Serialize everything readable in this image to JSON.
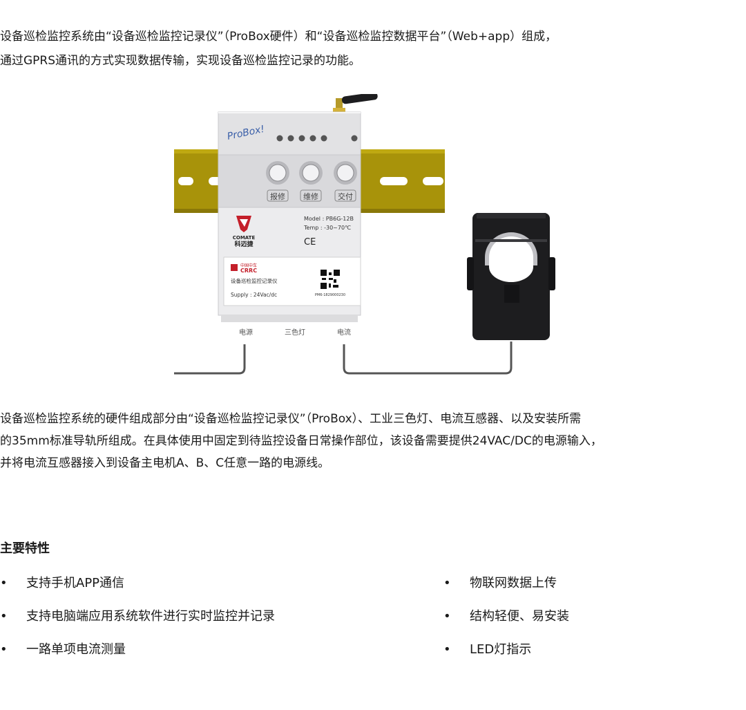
{
  "intro": {
    "line1": "设备巡检监控系统由“设备巡检监控记录仪”（ProBox硬件）和“设备巡检监控数据平台”（Web+app）组成，",
    "line2": "通过GPRS通讯的方式实现数据传输，实现设备巡检监控记录的功能。"
  },
  "figure": {
    "device": {
      "logo_script": "ProBox!",
      "buttons": [
        "报修",
        "维修",
        "交付"
      ],
      "model": "Model : PB6G-12B",
      "temp": "Temp : -30~70℃",
      "ce_mark": "CE",
      "brand_en": "COMATE",
      "brand_cn": "科迈捷",
      "crrc_cn": "中国中车",
      "crrc_en": "CRRC",
      "label_name": "设备巡检监控记录仪",
      "supply": "Supply : 24Vac/dc",
      "serial": "PM6-1829000230"
    },
    "ports": [
      "电源",
      "三色灯",
      "电流"
    ],
    "colors": {
      "rail": "#a8930a",
      "rail_dark": "#8a7808",
      "device_body": "#e6e6e8",
      "sensor": "#1d1d1f",
      "wire": "#555555"
    }
  },
  "desc": {
    "line1": "设备巡检监控系统的硬件组成部分由“设备巡检监控记录仪”（ProBox）、工业三色灯、电流互感器、以及安装所需",
    "line2": "的35mm标准导轨所组成。在具体使用中固定到待监控设备日常操作部位，该设备需要提供24VAC/DC的电源输入，",
    "line3": "并将电流互感器接入到设备主电机A、B、C任意一路的电源线。"
  },
  "features": {
    "title": "主要特性",
    "bullet": "•",
    "left": [
      "支持手机APP通信",
      "支持电脑端应用系统软件进行实时监控并记录",
      "一路单项电流测量"
    ],
    "right": [
      "物联网数据上传",
      "结构轻便、易安装",
      "LED灯指示"
    ]
  }
}
